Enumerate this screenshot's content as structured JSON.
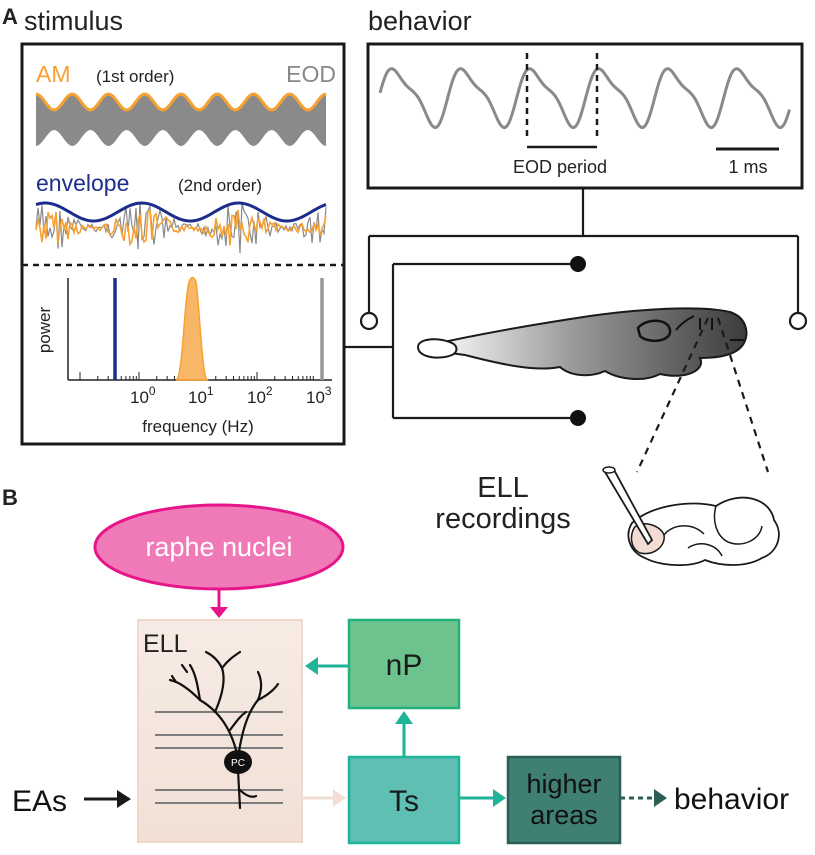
{
  "panel_a": {
    "label": "A",
    "stimulus_title": "stimulus",
    "behavior_title": "behavior",
    "am_label": "AM",
    "am_order": "(1st order)",
    "eod_label": "EOD",
    "envelope_label": "envelope",
    "envelope_order": "(2nd order)",
    "power_label": "power",
    "frequency_label": "frequency (Hz)",
    "freq_ticks": [
      {
        "base": "10",
        "exp": "0"
      },
      {
        "base": "10",
        "exp": "1"
      },
      {
        "base": "10",
        "exp": "2"
      },
      {
        "base": "10",
        "exp": "3"
      }
    ],
    "eod_period_label": "EOD period",
    "scale_label": "1 ms",
    "ell_label_line1": "ELL",
    "ell_label_line2": "recordings"
  },
  "panel_b": {
    "label": "B",
    "raphe_label": "raphe nuclei",
    "ell_label": "ELL",
    "pc_label": "PC",
    "np_label": "nP",
    "ts_label": "Ts",
    "higher_line1": "higher",
    "higher_line2": "areas",
    "eas_label": "EAs",
    "behavior_label": "behavior"
  },
  "colors": {
    "orange": "#f7a130",
    "navy": "#1c2d8c",
    "gray": "#8a8a8a",
    "magenta": "#e6168a",
    "raphe_fill": "#f07ab8",
    "ell_fill": "#f5e8e0",
    "np_fill": "#6cc38e",
    "ts_fill": "#5fbfb3",
    "higher_fill": "#3f7f74",
    "teal": "#1fb39a"
  }
}
